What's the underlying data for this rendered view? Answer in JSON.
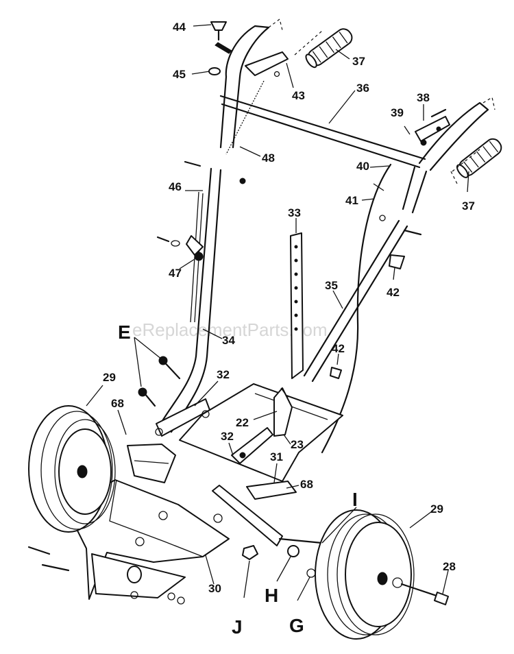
{
  "watermark": "eReplacementParts.com",
  "callouts": {
    "p44": "44",
    "p45": "45",
    "p43": "43",
    "p37a": "37",
    "p36": "36",
    "p38": "38",
    "p39": "39",
    "p48": "48",
    "p40": "40",
    "p46": "46",
    "p41": "41",
    "p37b": "37",
    "p33": "33",
    "p47": "47",
    "p42a": "42",
    "p35": "35",
    "p34": "34",
    "p42b": "42",
    "p29a": "29",
    "p32a": "32",
    "p68a": "68",
    "p22": "22",
    "p32b": "32",
    "p23": "23",
    "p31": "31",
    "p68b": "68",
    "p29b": "29",
    "p28": "28",
    "p30": "30"
  },
  "letters": {
    "E": "E",
    "I": "I",
    "H": "H",
    "J": "J",
    "G": "G"
  }
}
